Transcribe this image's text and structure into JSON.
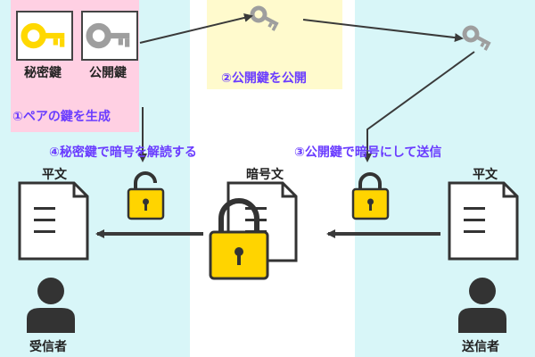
{
  "labels": {
    "private_key": "秘密鍵",
    "public_key": "公開鍵",
    "plaintext_left": "平文",
    "plaintext_right": "平文",
    "ciphertext": "暗号文",
    "receiver": "受信者",
    "sender": "送信者"
  },
  "steps": {
    "step1": "①ペアの鍵を生成",
    "step2": "②公開鍵を公開",
    "step3": "③公開鍵で暗号にして送信",
    "step4": "④秘密鍵で暗号を解読する"
  },
  "colors": {
    "bg_receiver": "#d8f6f8",
    "bg_middle": "#ffffff",
    "bg_sender": "#d8f6f8",
    "pink_box": "#ffd0e3",
    "yellow_box": "#fffacd",
    "private_key": "#ffd800",
    "public_key": "#9e9e9e",
    "lock": "#ffd400",
    "step_text": "#6a3cff",
    "arrow": "#3a3a3a",
    "person": "#333333"
  },
  "icons": {
    "private_key": "key-icon",
    "public_key": "key-icon",
    "lock": "padlock-icon",
    "document": "document-icon",
    "person": "person-icon"
  }
}
